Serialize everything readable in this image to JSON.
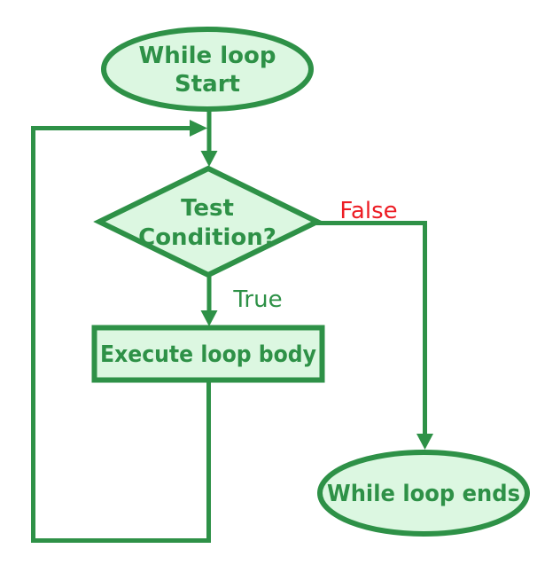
{
  "palette": {
    "stroke": "#2E9147",
    "fill": "#DCF7E1",
    "label": "#2E9147",
    "false_red": "#ED1C24",
    "background": "#FFFFFF"
  },
  "flowchart": {
    "start_node": {
      "line1": "While loop",
      "line2": "Start"
    },
    "condition_node": {
      "line1": "Test",
      "line2": "Condition?"
    },
    "body_node": {
      "label": "Execute loop body"
    },
    "end_node": {
      "label": "While loop ends"
    },
    "edge_labels": {
      "true": "True",
      "false": "False"
    }
  }
}
